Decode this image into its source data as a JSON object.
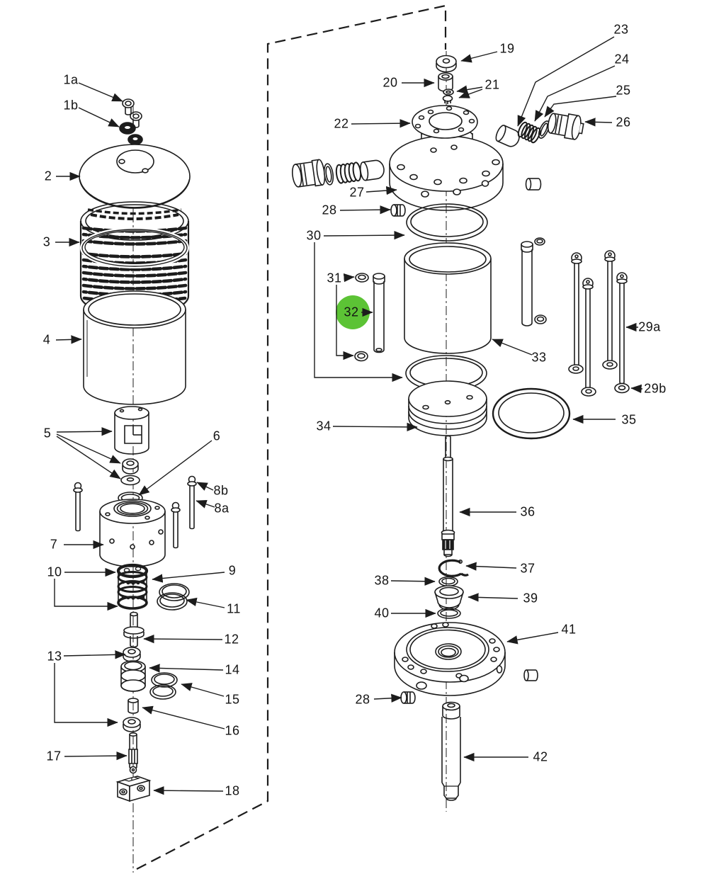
{
  "diagram": {
    "type": "exploded-parts-diagram",
    "line_color": "#1c1c1c",
    "background": "#ffffff",
    "highlight": {
      "part": "32",
      "color": "#5cc335",
      "shape": "circle"
    }
  },
  "labels": {
    "p1a": "1a",
    "p1b": "1b",
    "p2": "2",
    "p3": "3",
    "p4": "4",
    "p5": "5",
    "p6": "6",
    "p7": "7",
    "p8a": "8a",
    "p8b": "8b",
    "p9": "9",
    "p10": "10",
    "p11": "11",
    "p12": "12",
    "p13": "13",
    "p14": "14",
    "p15": "15",
    "p16": "16",
    "p17": "17",
    "p18": "18",
    "p19": "19",
    "p20": "20",
    "p21": "21",
    "p22": "22",
    "p23": "23",
    "p24": "24",
    "p25": "25",
    "p26": "26",
    "p27": "27",
    "p28_top": "28",
    "p28_bottom": "28",
    "p29a": "29a",
    "p29b": "29b",
    "p30": "30",
    "p31": "31",
    "p32": "32",
    "p33": "33",
    "p34": "34",
    "p35": "35",
    "p36": "36",
    "p37": "37",
    "p38": "38",
    "p39": "39",
    "p40": "40",
    "p41": "41",
    "p42": "42"
  }
}
